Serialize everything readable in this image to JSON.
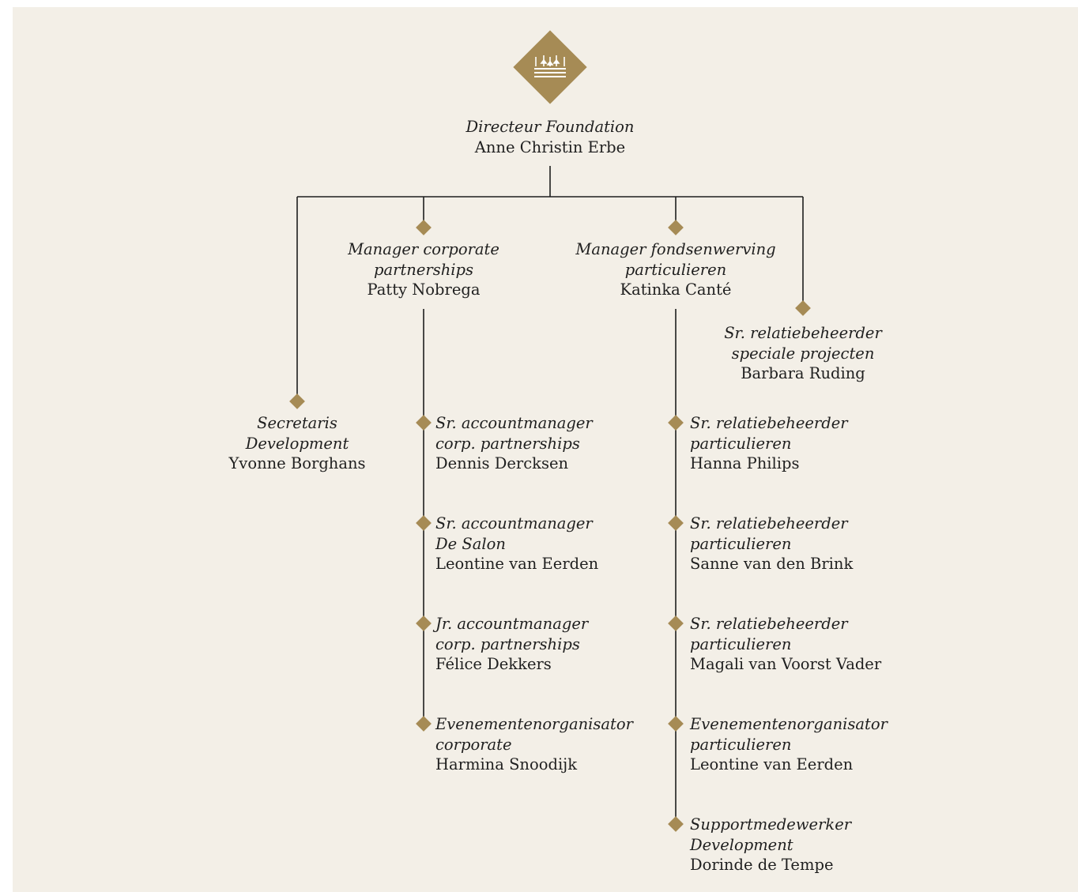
{
  "brand": {
    "accent_color": "#a68b55",
    "background_color": "#f3efe7",
    "logo_icon": "crown-emblem-icon"
  },
  "director": {
    "role": "Directeur Foundation",
    "name": "Anne Christin Erbe"
  },
  "manager_corporate": {
    "role_line1": "Manager corporate",
    "role_line2": "partnerships",
    "name": "Patty Nobrega"
  },
  "manager_particulieren": {
    "role_line1": "Manager fondsenwerving",
    "role_line2": "particulieren",
    "name": "Katinka Canté"
  },
  "secretaris": {
    "role_line1": "Secretaris",
    "role_line2": "Development",
    "name": "Yvonne Borghans"
  },
  "speciale_projecten": {
    "role_line1": "Sr. relatiebeheerder",
    "role_line2": "speciale projecten",
    "name": "Barbara Ruding"
  },
  "corporate_team": [
    {
      "role_line1": "Sr. accountmanager",
      "role_line2": "corp. partnerships",
      "name": "Dennis Dercksen"
    },
    {
      "role_line1": "Sr. accountmanager",
      "role_line2": "De Salon",
      "name": "Leontine van Eerden"
    },
    {
      "role_line1": "Jr. accountmanager",
      "role_line2": "corp. partnerships",
      "name": "Félice Dekkers"
    },
    {
      "role_line1": "Evenementenorganisator",
      "role_line2": "corporate",
      "name": "Harmina Snoodijk"
    }
  ],
  "particulieren_team": [
    {
      "role_line1": "Sr. relatiebeheerder",
      "role_line2": "particulieren",
      "name": "Hanna Philips"
    },
    {
      "role_line1": "Sr. relatiebeheerder",
      "role_line2": "particulieren",
      "name": "Sanne van den Brink"
    },
    {
      "role_line1": "Sr. relatiebeheerder",
      "role_line2": "particulieren",
      "name": "Magali van Voorst Vader"
    },
    {
      "role_line1": "Evenementenorganisator",
      "role_line2": "particulieren",
      "name": "Leontine van Eerden"
    },
    {
      "role_line1": "Supportmedewerker",
      "role_line2": "Development",
      "name": "Dorinde de Tempe"
    }
  ]
}
